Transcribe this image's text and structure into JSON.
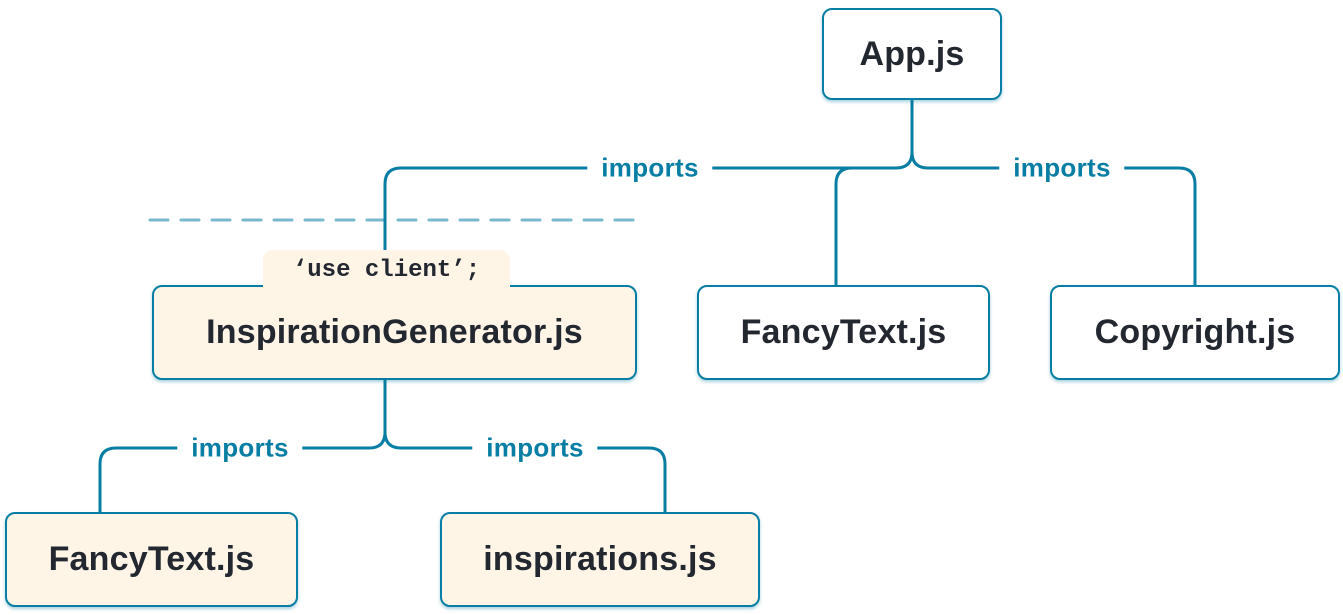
{
  "colors": {
    "line": "#087EA4",
    "box_border": "#087EA4",
    "box_text": "#23272F",
    "cream_bg": "#FEF5E7",
    "white_bg": "#FFFFFF",
    "imports_label": "#087EA4",
    "page_bg": "#FFFFFF"
  },
  "nodes": {
    "app": {
      "label": "App.js"
    },
    "inspiration_generator": {
      "label": "InspirationGenerator.js",
      "directive": "‘use client’;"
    },
    "fancy_text_top": {
      "label": "FancyText.js"
    },
    "copyright": {
      "label": "Copyright.js"
    },
    "fancy_text_bottom": {
      "label": "FancyText.js"
    },
    "inspirations": {
      "label": "inspirations.js"
    }
  },
  "edges": {
    "app_to_inspiration_generator": {
      "label": "imports"
    },
    "app_to_copyright": {
      "label": "imports"
    },
    "inspiration_generator_to_fancy_text": {
      "label": "imports"
    },
    "inspiration_generator_to_inspirations": {
      "label": "imports"
    }
  }
}
